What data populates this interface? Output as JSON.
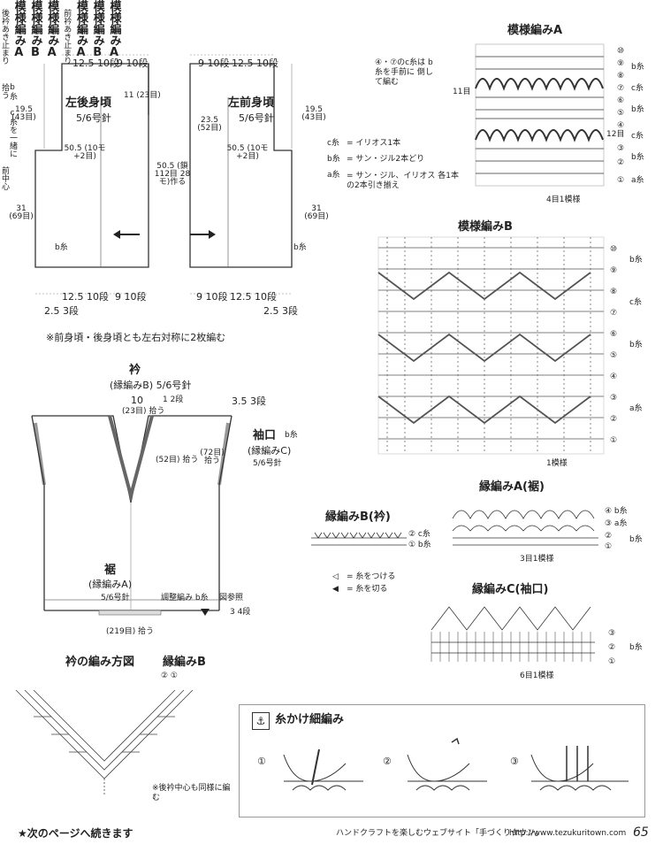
{
  "body_pieces": {
    "back": {
      "title": "左後身頃",
      "needle": "5/6号針",
      "top_left_dim": "12.5 10段",
      "top_right_dim": "9 10段",
      "slit": "後衿あき止まり",
      "slit_dim": "11 (23目)",
      "left_side_dim": "19.5 (43目)",
      "mid_dim": "50.5 (10モ+2目)",
      "pattern_a": "模様編みA",
      "pattern_b": "模様編みB",
      "side_long_dim": "31 (69目)",
      "side_pattern": "模様編みA",
      "b_yarn": "b糸",
      "bottom_left_dim": "12.5 10段",
      "bottom_right_dim": "9 10段",
      "bottom_small": "2.5 3段"
    },
    "front": {
      "title": "左前身頃",
      "needle": "5/6号針",
      "top_left_dim": "9 10段",
      "top_right_dim": "12.5 10段",
      "slit": "前衿あき止まり",
      "slit_dim": "23.5 (52目)",
      "right_side_dim": "19.5 (43目)",
      "mid_dim": "50.5 (10モ+2目)",
      "cast_on": "50.5 (鎖112目 28モ)作る",
      "pattern_a": "模様編みA",
      "pattern_b": "模様編みB",
      "side_long_dim": "31 (69目)",
      "side_pattern": "模様編みA",
      "b_yarn": "b糸",
      "bottom_left_dim": "9 10段",
      "bottom_right_dim": "12.5 10段",
      "bottom_small": "2.5 3段"
    },
    "note": "※前身頃・後身頃とも左右対称に2枚編む"
  },
  "finish_diagram": {
    "collar_title": "衿",
    "collar_sub": "(縁編みB) 5/6号針",
    "collar_width": "10",
    "collar_stitch1": "(23目) 拾う",
    "collar_rows": "1 2段",
    "collar_stitch2": "(52目) 拾う",
    "cuff_title": "袖口",
    "cuff_yarn": "b糸",
    "cuff_sub": "(縁編みC)",
    "cuff_needle": "5/6号針",
    "cuff_dim": "3.5 3段",
    "cuff_stitch": "(72目) 拾う",
    "hem_title": "裾",
    "hem_sub": "(縁編みA)",
    "hem_needle": "5/6号針",
    "hem_adjust": "調整編み b糸",
    "hem_ref": "図参照",
    "hem_rows": "3 4段",
    "hem_stitch": "(219目) 拾う"
  },
  "collar_method": {
    "title": "衿の編み方図",
    "pattern": "縁編みB",
    "rows": "② ①",
    "center": "前中心",
    "note": "※後衿中心も同様に編む"
  },
  "pattern_a": {
    "title": "模様編みA",
    "note": "④・⑦のc糸は b糸を手前に 倒して編む",
    "side_note": "b糸 c糸を一緒に拾う",
    "row11": "11目",
    "row12": "12目",
    "legend": [
      {
        "key": "c糸",
        "val": "= イリオス1本"
      },
      {
        "key": "b糸",
        "val": "= サン・ジル2本どり"
      },
      {
        "key": "a糸",
        "val": "= サン・ジル、イリオス 各1本の2本引き揃え"
      }
    ],
    "repeat": "4目1模様",
    "rows": [
      "⑩",
      "⑨",
      "⑧",
      "⑦",
      "⑥",
      "⑤",
      "④",
      "③",
      "②",
      "①"
    ],
    "yarns": [
      "b糸",
      "c糸",
      "b糸",
      "c糸",
      "b糸",
      "a糸"
    ]
  },
  "pattern_b": {
    "title": "模様編みB",
    "repeat": "1模様",
    "rows": [
      "⑩",
      "⑨",
      "⑧",
      "⑦",
      "⑥",
      "⑤",
      "④",
      "③",
      "②",
      "①"
    ],
    "yarns": [
      "b糸",
      "c糸",
      "b糸",
      "a糸"
    ]
  },
  "edge_a": {
    "title": "縁編みA(裾)",
    "rows": [
      "④ b糸",
      "③ a糸",
      "②",
      "①"
    ],
    "yarn_side": "b糸",
    "repeat": "3目1模様"
  },
  "edge_b": {
    "title": "縁編みB(衿)",
    "rows": [
      "② c糸",
      "① b糸"
    ]
  },
  "edge_c": {
    "title": "縁編みC(袖口)",
    "rows": [
      "③",
      "②",
      "①"
    ],
    "yarn": "b糸",
    "repeat": "6目1模様"
  },
  "symbols": [
    {
      "sym": "◁",
      "text": "= 糸をつける"
    },
    {
      "sym": "◀",
      "text": "= 糸を切る"
    }
  ],
  "technique": {
    "title": "糸かけ細編み",
    "steps": [
      "①",
      "②",
      "③"
    ]
  },
  "footer": {
    "continue": "★次のページへ続きます",
    "site": "ハンドクラフトを楽しむウェブサイト「手づくりタウン」",
    "url": "http://www.tezukuritown.com",
    "page": "65"
  }
}
